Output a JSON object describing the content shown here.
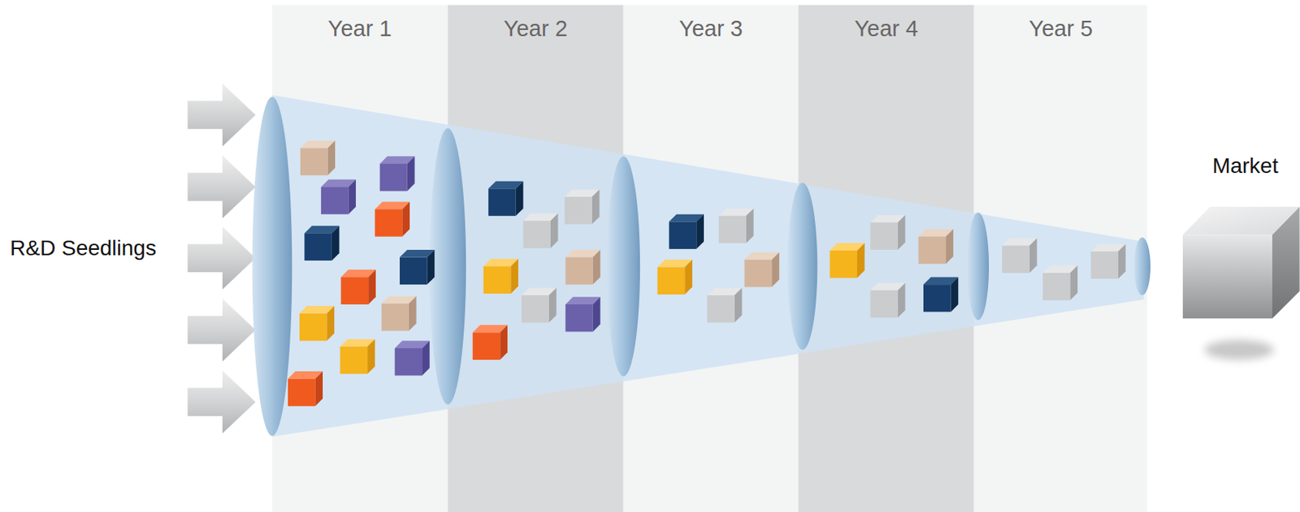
{
  "diagram": {
    "nodes": [
      {
        "text": [
          "Year 1"
        ]
      },
      {
        "text": [
          "Year 2"
        ]
      },
      {
        "text": [
          "Year 3"
        ]
      },
      {
        "text": [
          "Year 4"
        ]
      },
      {
        "text": [
          "Year 5"
        ]
      },
      {
        "text": [
          "Market"
        ]
      }
    ],
    "labels": [
      "R&D Seedlings"
    ]
  }
}
